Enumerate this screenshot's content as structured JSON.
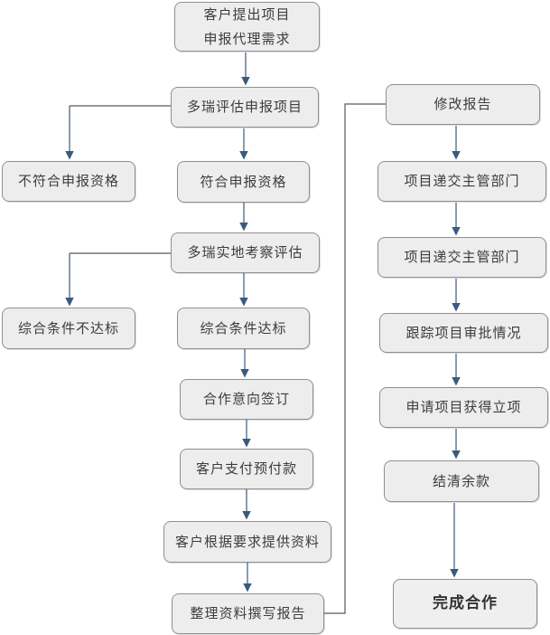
{
  "diagram": {
    "type": "flowchart",
    "background": "#ffffff",
    "colors": {
      "node_fill": "#ededed",
      "node_border": "#8f8f8f",
      "node_text": "#3d3d3d",
      "arrow": "#3b5a7e",
      "connector": "#595959"
    },
    "nodes": [
      {
        "id": "demand",
        "label": "客户提出项目\n申报代理需求"
      },
      {
        "id": "evaluate",
        "label": "多瑞评估申报项目"
      },
      {
        "id": "unqualified",
        "label": "不符合申报资格"
      },
      {
        "id": "qualified",
        "label": "符合申报资格"
      },
      {
        "id": "site-visit",
        "label": "多瑞实地考察评估"
      },
      {
        "id": "substandard",
        "label": "综合条件不达标"
      },
      {
        "id": "standard",
        "label": "综合条件达标"
      },
      {
        "id": "agreement",
        "label": "合作意向签订"
      },
      {
        "id": "prepay",
        "label": "客户支付预付款"
      },
      {
        "id": "materials",
        "label": "客户根据要求提供资料"
      },
      {
        "id": "report",
        "label": "整理资料撰写报告"
      },
      {
        "id": "revise",
        "label": "修改报告"
      },
      {
        "id": "submit-1",
        "label": "项目递交主管部门"
      },
      {
        "id": "submit-2",
        "label": "项目递交主管部门"
      },
      {
        "id": "track",
        "label": "跟踪项目审批情况"
      },
      {
        "id": "approval",
        "label": "申请项目获得立项"
      },
      {
        "id": "balance",
        "label": "结清余款"
      },
      {
        "id": "complete",
        "label": "完成合作"
      }
    ],
    "edges": [
      {
        "from": "demand",
        "to": "evaluate",
        "style": "arrow"
      },
      {
        "from": "evaluate",
        "to": "unqualified",
        "style": "elbow-arrow"
      },
      {
        "from": "evaluate",
        "to": "qualified",
        "style": "arrow"
      },
      {
        "from": "qualified",
        "to": "site-visit",
        "style": "arrow"
      },
      {
        "from": "site-visit",
        "to": "substandard",
        "style": "elbow-arrow"
      },
      {
        "from": "site-visit",
        "to": "standard",
        "style": "arrow"
      },
      {
        "from": "standard",
        "to": "agreement",
        "style": "arrow"
      },
      {
        "from": "agreement",
        "to": "prepay",
        "style": "arrow"
      },
      {
        "from": "prepay",
        "to": "materials",
        "style": "arrow"
      },
      {
        "from": "materials",
        "to": "report",
        "style": "arrow"
      },
      {
        "from": "report",
        "to": "revise",
        "style": "elbow-line"
      },
      {
        "from": "revise",
        "to": "submit-1",
        "style": "arrow"
      },
      {
        "from": "submit-1",
        "to": "submit-2",
        "style": "arrow"
      },
      {
        "from": "submit-2",
        "to": "track",
        "style": "arrow"
      },
      {
        "from": "track",
        "to": "approval",
        "style": "arrow"
      },
      {
        "from": "approval",
        "to": "balance",
        "style": "arrow"
      },
      {
        "from": "balance",
        "to": "complete",
        "style": "arrow"
      }
    ]
  }
}
